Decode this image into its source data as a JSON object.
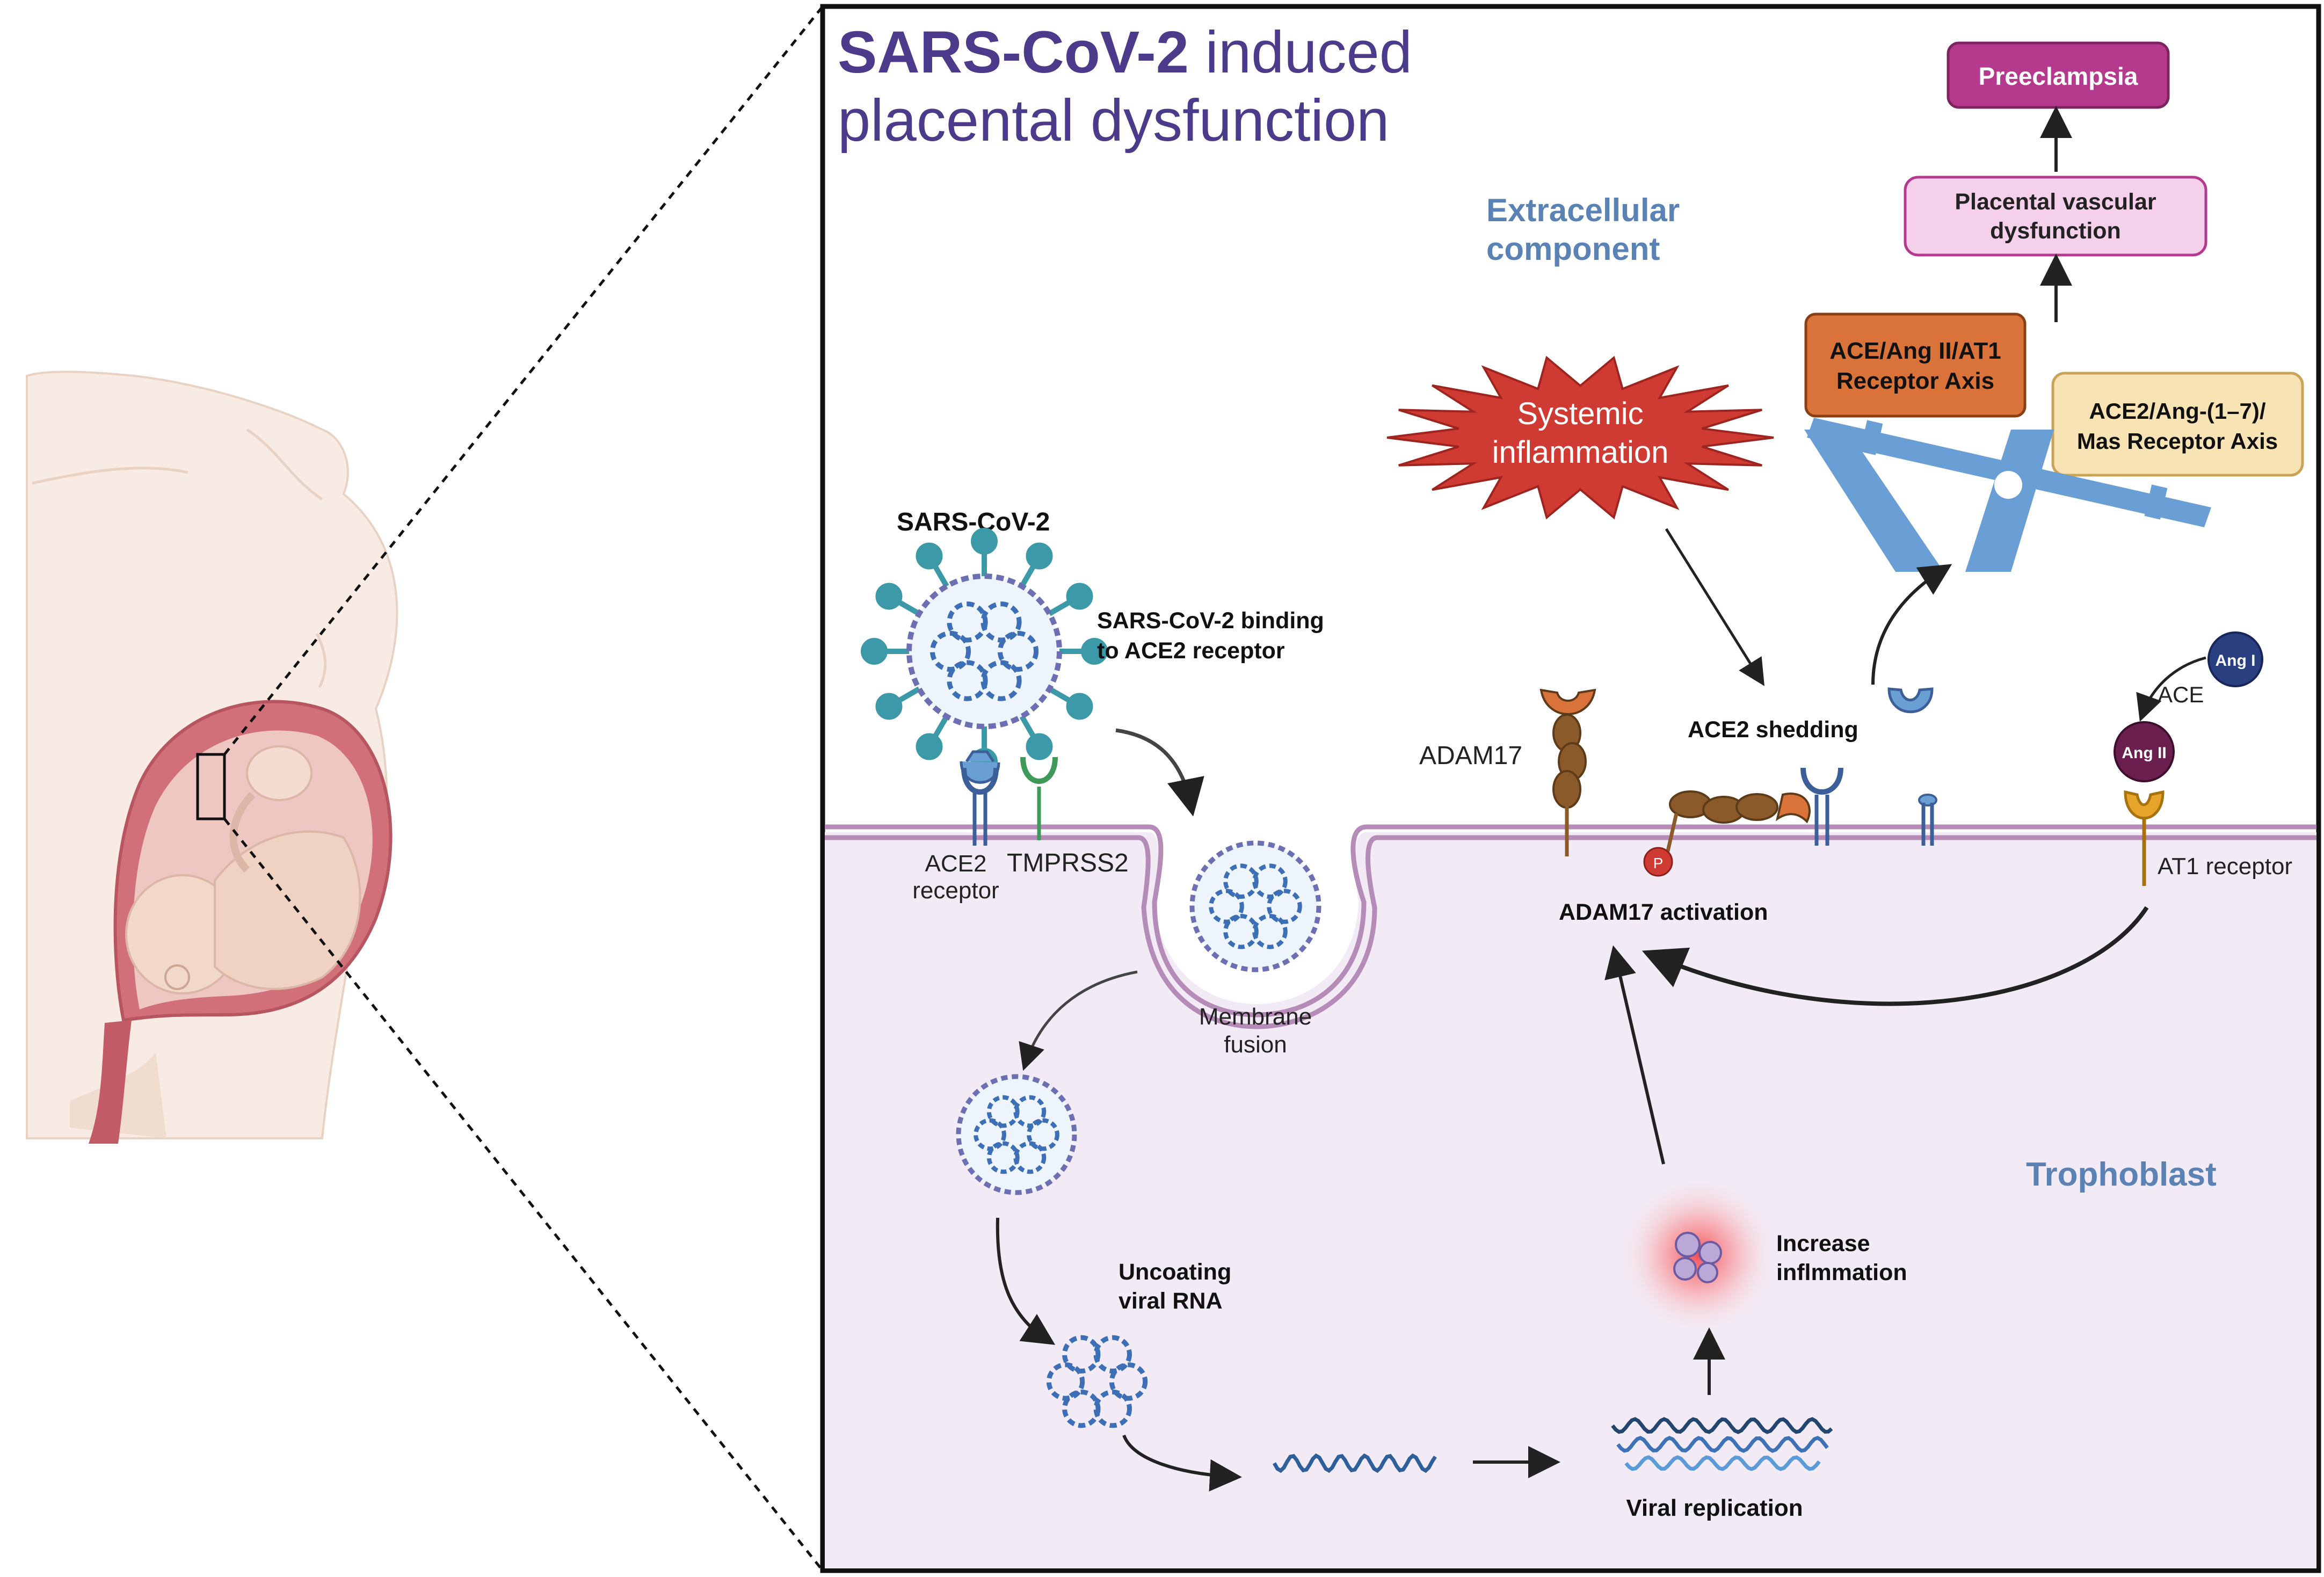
{
  "title": {
    "strong": "SARS-CoV-2",
    "rest_line1": " induced",
    "line2": "placental dysfunction"
  },
  "regions": {
    "extracellular_line1": "Extracellular",
    "extracellular_line2": "component",
    "trophoblast": "Trophoblast"
  },
  "outcomes": {
    "preeclampsia": "Preeclampsia",
    "vascular_line1": "Placental vascular",
    "vascular_line2": "dysfunction",
    "ace_axis_line1": "ACE/Ang II/AT1",
    "ace_axis_line2": "Receptor Axis",
    "ace2_axis_line1": "ACE2/Ang-(1–7)/",
    "ace2_axis_line2": "Mas Receptor Axis"
  },
  "inflammation": {
    "line1": "Systemic",
    "line2": "inflammation"
  },
  "virus": {
    "name": "SARS-CoV-2",
    "binding_line1": "SARS-CoV-2 binding",
    "binding_line2": "to ACE2 receptor",
    "ace2_line1": "ACE2",
    "ace2_line2": "receptor",
    "tmprss2": "TMPRSS2",
    "fusion_line1": "Membrane",
    "fusion_line2": "fusion",
    "uncoating_line1": "Uncoating",
    "uncoating_line2": "viral RNA",
    "replication": "Viral replication",
    "increase_line1": "Increase",
    "increase_line2": "inflmmation"
  },
  "enzymes": {
    "adam17": "ADAM17",
    "ace2_shedding": "ACE2 shedding",
    "adam17_activation": "ADAM17 activation",
    "ang1": "Ang I",
    "ang2": "Ang II",
    "ace": "ACE",
    "at1": "AT1 receptor",
    "phospho": "P"
  },
  "colors": {
    "title": "#4b3b8a",
    "region_label": "#5b82b4",
    "membrane": "#b58bb8",
    "cell_interior": "#f2eaf4",
    "preeclampsia": "#b53a8e",
    "vascular_fill": "#f5d0ea",
    "ace_axis": "#d9733a",
    "ace2_axis": "#f7e3b4",
    "seesaw": "#6a9fd6",
    "starburst": "#cf3b33",
    "virus_spike": "#3c9aa8",
    "ang": "#6b1f4f"
  }
}
